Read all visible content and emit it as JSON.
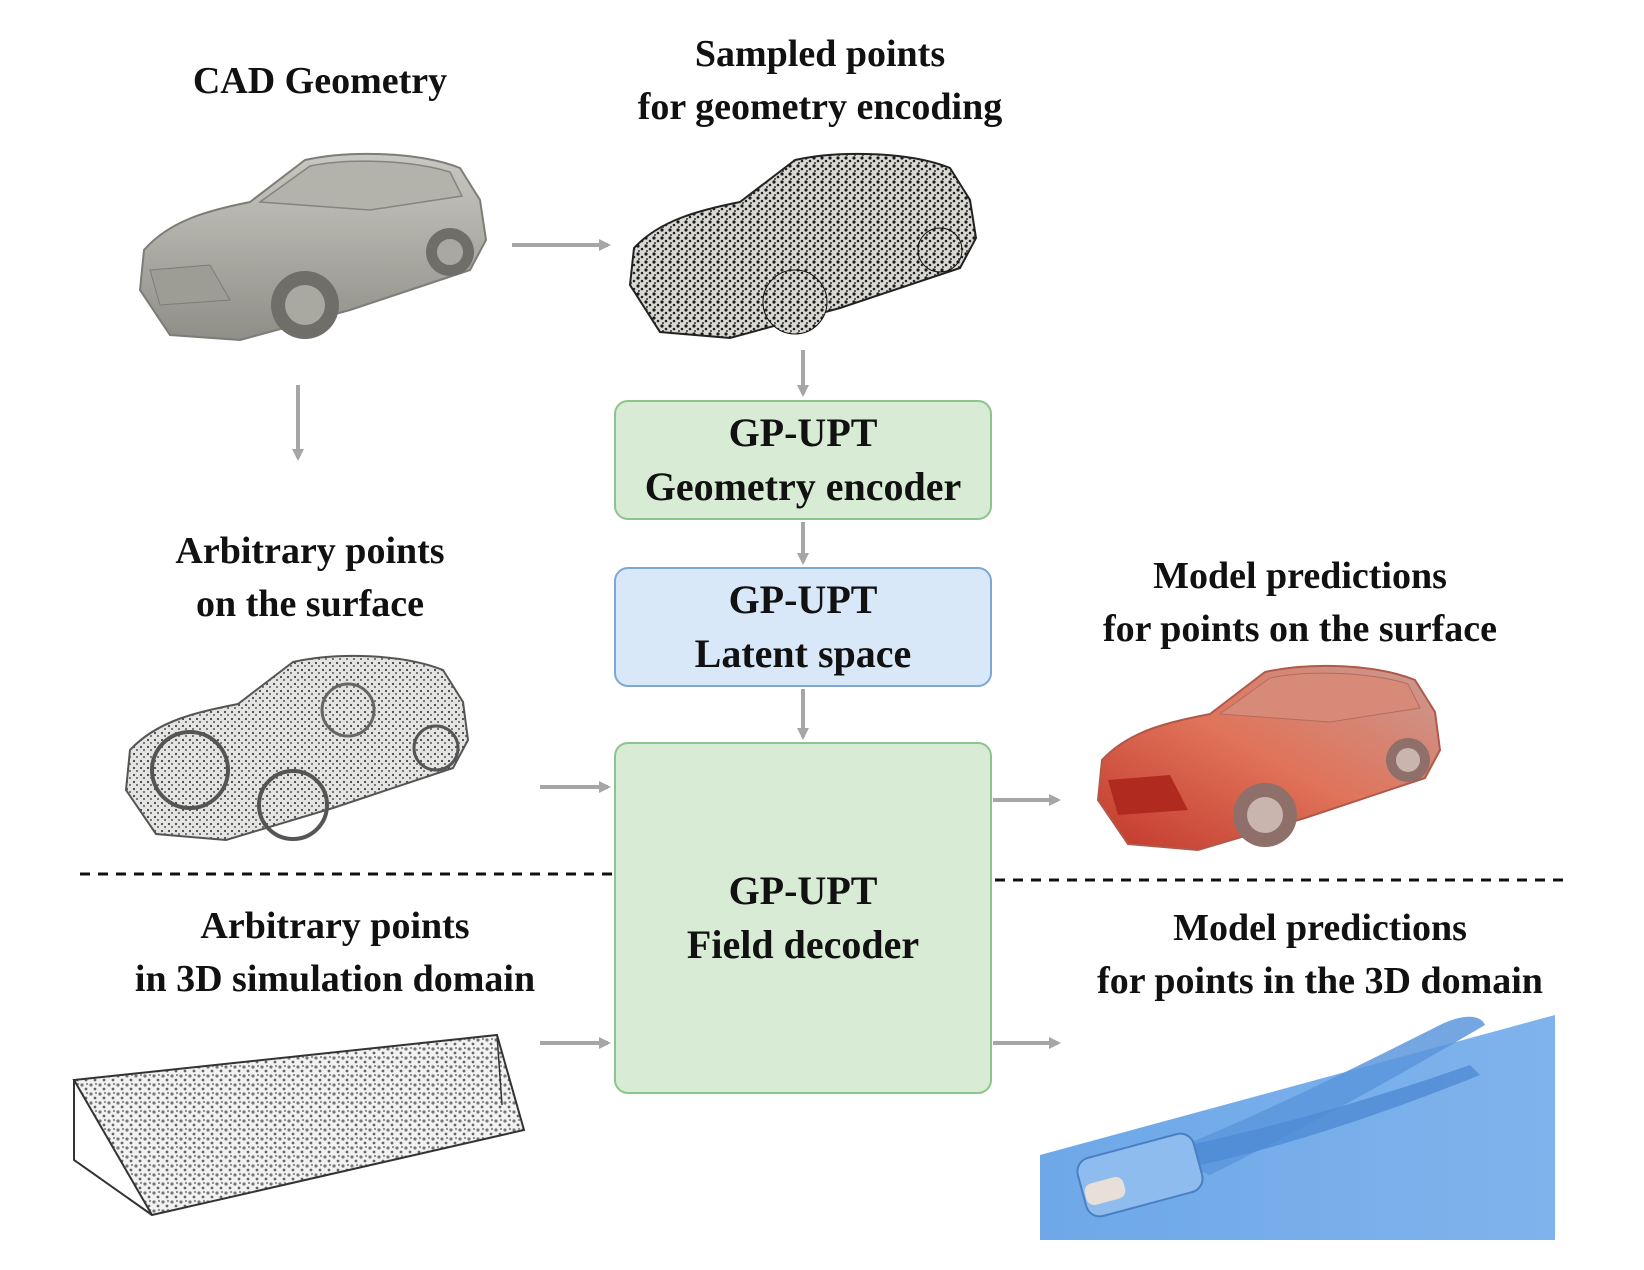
{
  "labels": {
    "cad_geometry": [
      "CAD Geometry"
    ],
    "sampled_points": [
      "Sampled points",
      "for geometry encoding"
    ],
    "arbitrary_surface": [
      "Arbitrary points",
      "on the surface"
    ],
    "arbitrary_domain": [
      "Arbitrary points",
      "in 3D simulation domain"
    ],
    "pred_surface": [
      "Model predictions",
      "for points on the surface"
    ],
    "pred_domain": [
      "Model predictions",
      "for points in the 3D domain"
    ]
  },
  "boxes": {
    "encoder": [
      "GP-UPT",
      "Geometry encoder"
    ],
    "latent": [
      "GP-UPT",
      "Latent space"
    ],
    "decoder": [
      "GP-UPT",
      "Field decoder"
    ]
  },
  "colors": {
    "arrow": "#a6a6a6",
    "encoder_fill": "#d8ecd5",
    "latent_fill": "#d9e8f8",
    "surface_prediction": "#e0735a",
    "domain_prediction": "#6ea8e8"
  }
}
